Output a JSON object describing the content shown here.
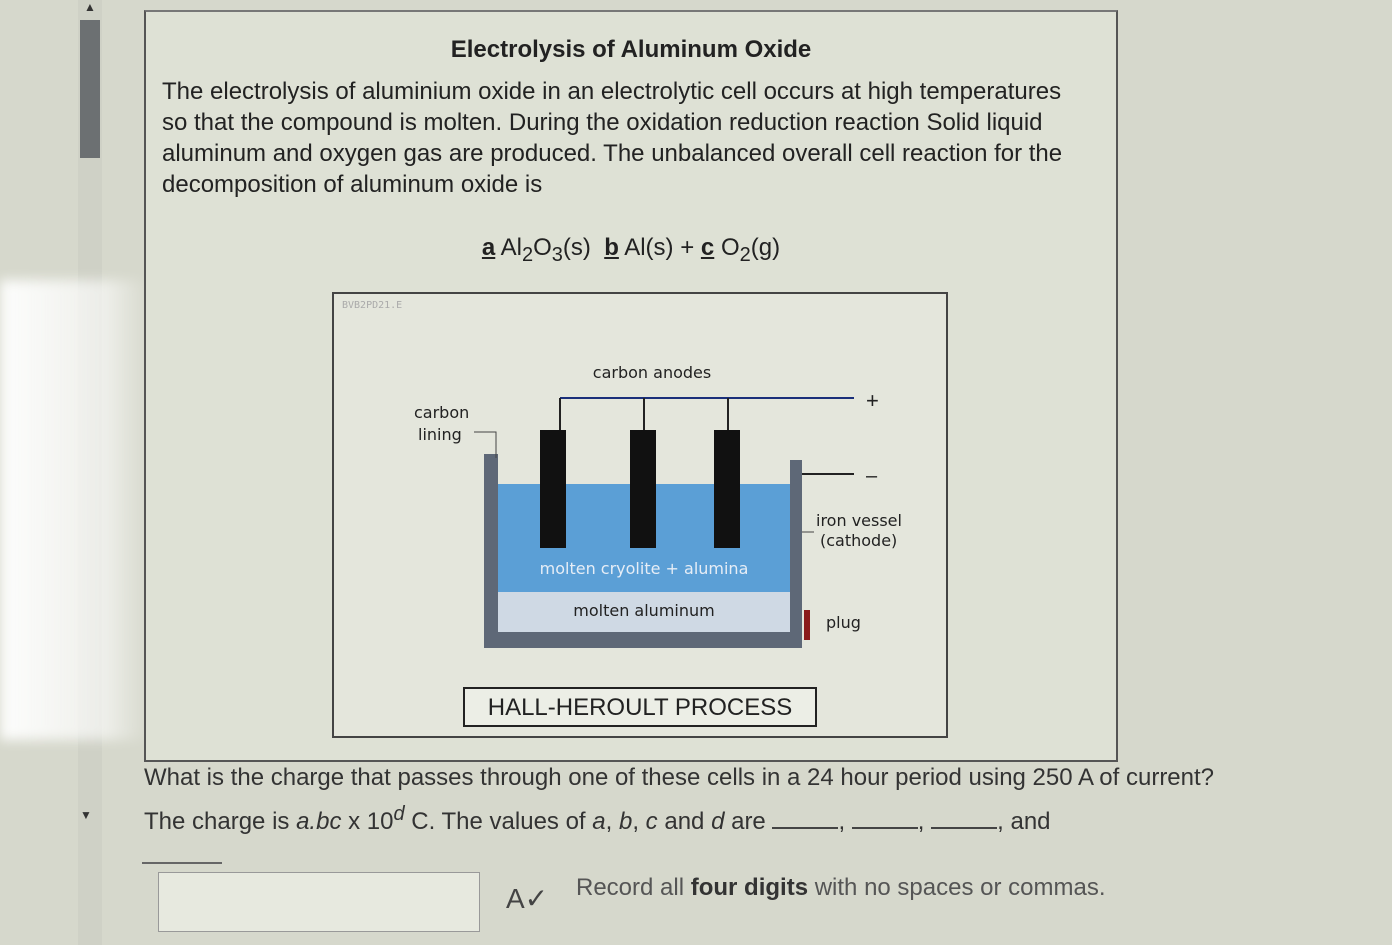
{
  "page": {
    "title": "Electrolysis of Aluminum Oxide",
    "intro": "The electrolysis of aluminium oxide in an electrolytic cell occurs at high temperatures so that the compound is molten. During the oxidation reduction reaction Solid liquid aluminum and oxygen gas are produced. The unbalanced overall cell reaction for the decomposition of aluminum oxide is"
  },
  "equation": {
    "coef_a": "a",
    "reactant": "Al",
    "reactant_sub1": "2",
    "reactant_o": "O",
    "reactant_sub2": "3",
    "reactant_state": "(s)",
    "coef_b": "b",
    "product1": "Al(s)",
    "plus": "+",
    "coef_c": "c",
    "product2_o": "O",
    "product2_sub": "2",
    "product2_state": "(g)"
  },
  "diagram": {
    "id_label": "BVB2PD21.E",
    "anodes_label": "carbon anodes",
    "plus_sign": "+",
    "minus_sign": "–",
    "lining_label_line1": "carbon",
    "lining_label_line2": "lining",
    "vessel_label_line1": "iron vessel",
    "vessel_label_line2": "(cathode)",
    "electrolyte_label": "molten cryolite + alumina",
    "aluminum_label": "molten aluminum",
    "plug_label": "plug",
    "caption": "HALL-HEROULT PROCESS",
    "colors": {
      "electrolyte": "#5b9fd6",
      "aluminum": "#cfd9e4",
      "wall": "#5e6877",
      "anode": "#111111",
      "plug": "#8a1a1a"
    }
  },
  "question": {
    "part1": "What is the charge that passes through one of these cells in a 24 hour period using 250 A of current? The charge is ",
    "format": "a.bc",
    "times": " x 10",
    "exp": "d",
    "unit": " C.",
    "part2": " The values of ",
    "var_a": "a",
    "comma1": ", ",
    "var_b": "b",
    "comma2": ", ",
    "var_c": "c",
    "and_word": " and ",
    "var_d": "d",
    "are": " are ",
    "sep1": ", ",
    "sep2": ", ",
    "sep3": ", and"
  },
  "answer": {
    "value": "",
    "spellcheck_icon": "spell-check-icon"
  },
  "hint": {
    "prefix": "Record all ",
    "bold": "four digits",
    "suffix": " with no spaces or commas."
  }
}
